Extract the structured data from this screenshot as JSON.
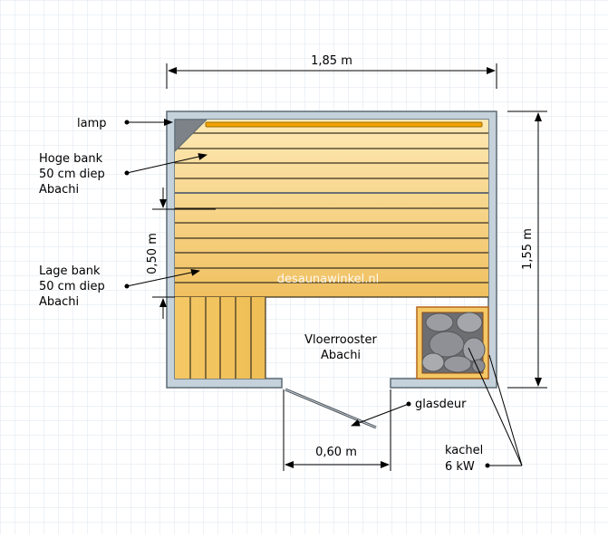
{
  "dimensions": {
    "width": "1,85 m",
    "depth": "1,55 m",
    "bench_depth": "0,50 m",
    "door_width": "0,60 m"
  },
  "labels": {
    "lamp": "lamp",
    "high_bench": [
      "Hoge bank",
      "50 cm diep",
      "Abachi"
    ],
    "low_bench": [
      "Lage bank",
      "50 cm diep",
      "Abachi"
    ],
    "floor_grid": [
      "Vloerrooster",
      "Abachi"
    ],
    "glass_door": "glasdeur",
    "heater": [
      "kachel",
      "6 kW"
    ]
  },
  "watermark": "desaunawinkel.nl",
  "colors": {
    "wall": "#c5d2dc",
    "wall_stroke": "#5c6a73",
    "bench_light": "#fbe3a6",
    "bench_dark": "#f1c468",
    "slat_line": "#3a3020",
    "lamp": "#f2a200",
    "grid": "#dde5ee",
    "heater_frame": "#b5651d",
    "stone": "#8d8f94"
  }
}
